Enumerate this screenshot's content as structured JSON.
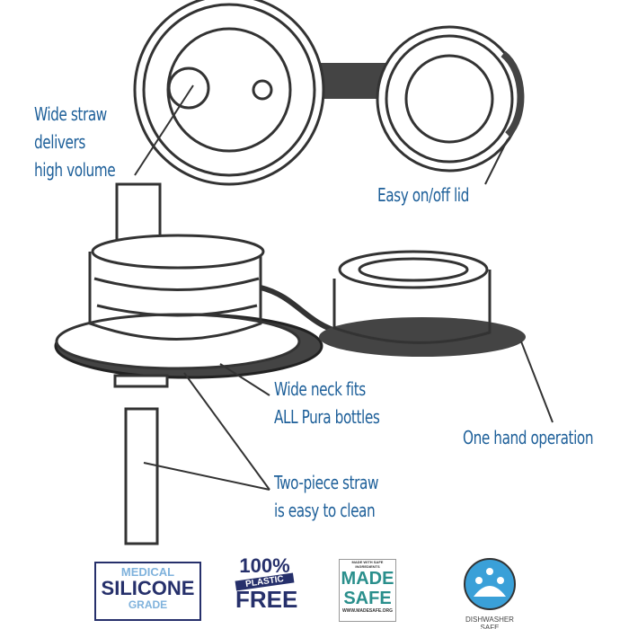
{
  "callouts": {
    "wide_straw": [
      "Wide straw",
      "delivers",
      "high volume"
    ],
    "easy_lid": "Easy on/off lid",
    "wide_neck": [
      "Wide neck fits",
      "ALL Pura bottles"
    ],
    "one_hand": "One hand operation",
    "two_piece": [
      "Two-piece straw",
      "is easy to clean"
    ]
  },
  "badges": {
    "medical": {
      "line1": "MEDICAL",
      "line2": "SILICONE",
      "line3": "GRADE"
    },
    "plastic": {
      "line1": "100%",
      "line2": "PLASTIC",
      "line3": "FREE"
    },
    "madesafe": {
      "top": "MADE WITH SAFE INGREDIENTS",
      "line1": "MADE",
      "line2": "SAFE",
      "url": "WWW.MADESAFE.ORG"
    },
    "dishwasher": {
      "label": "DISHWASHER SAFE"
    }
  },
  "colors": {
    "label": "#1d5f99",
    "navy": "#26306b",
    "teal": "#2a8f8c",
    "sky": "#3aa0d8"
  }
}
